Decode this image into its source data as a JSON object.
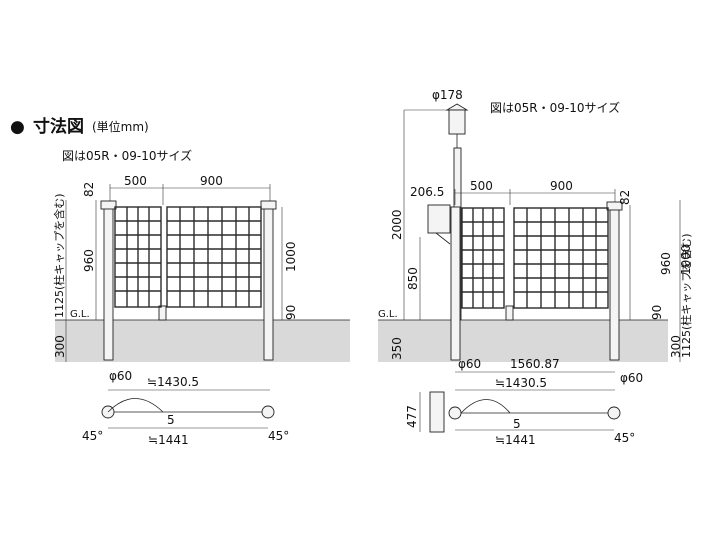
{
  "title": {
    "bullet": "●",
    "main": "寸法図",
    "unit": "(単位mm)"
  },
  "left": {
    "caption": "図は05R・09-10サイズ",
    "dim_500": "500",
    "dim_900": "900",
    "dim_82": "82",
    "dim_960": "960",
    "dim_1125": "1125(柱キャップを含む)",
    "dim_1000": "1000",
    "dim_90": "90",
    "dim_300": "300",
    "gl": "G.L.",
    "phi60": "φ60",
    "span_top": "≒1430.5",
    "val_5": "5",
    "span_bottom": "≒1441",
    "angle_l": "45°",
    "angle_r": "45°"
  },
  "right": {
    "caption": "図は05R・09-10サイズ",
    "phi178": "φ178",
    "dim_2065": "206.5",
    "dim_500": "500",
    "dim_900": "900",
    "dim_82": "82",
    "dim_2000": "2000",
    "dim_850": "850",
    "dim_960": "960",
    "dim_1000": "1000",
    "dim_1125": "1125(柱キャップを含む)",
    "dim_90": "90",
    "dim_300": "300",
    "dim_350": "350",
    "gl": "G.L.",
    "phi60_a": "φ60",
    "dim_156087": "1560.87",
    "phi60_b": "φ60",
    "span_top": "≒1430.5",
    "dim_477": "477",
    "val_5": "5",
    "span_bottom": "≒1441",
    "angle_r": "45°"
  }
}
